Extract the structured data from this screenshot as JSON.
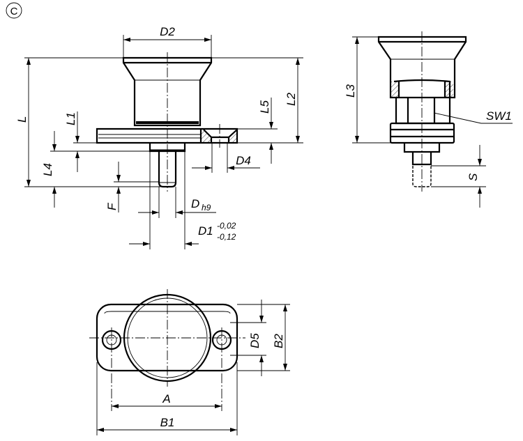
{
  "variant_mark": "C",
  "front_view": {
    "labels": {
      "L": "L",
      "L1": "L1",
      "L2": "L2",
      "L4": "L4",
      "L5": "L5",
      "F": "F",
      "D2": "D2",
      "D4": "D4",
      "D": "D",
      "D_tol": "h9",
      "D1": "D1",
      "D1_upper": "-0,02",
      "D1_lower": "-0,12"
    }
  },
  "side_view": {
    "labels": {
      "L3": "L3",
      "SW1": "SW1",
      "S": "S"
    }
  },
  "top_view": {
    "labels": {
      "A": "A",
      "B1": "B1",
      "B2": "B2",
      "D5": "D5"
    }
  },
  "colors": {
    "line": "#000000",
    "background": "#ffffff"
  }
}
